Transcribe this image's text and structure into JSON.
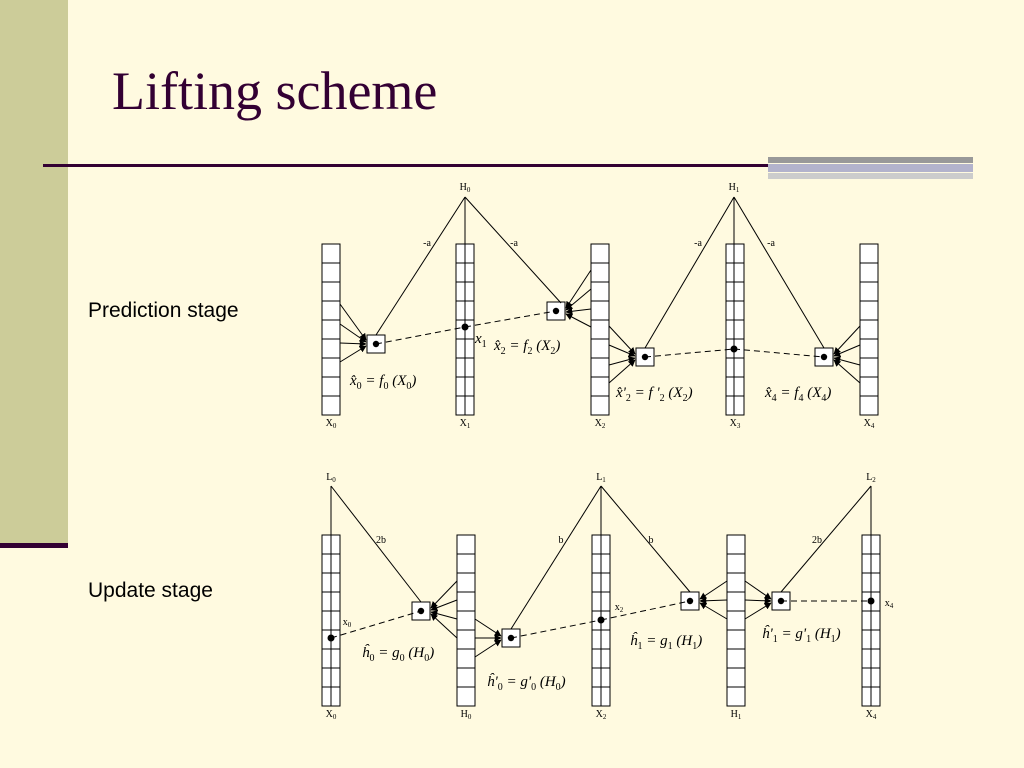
{
  "slide": {
    "title": "Lifting scheme",
    "prediction_label": "Prediction stage",
    "update_label": "Update stage"
  },
  "colors": {
    "background": "#fffae0",
    "title": "#330033",
    "side_bar": "#cccc99",
    "rule": "#330033"
  },
  "prediction": {
    "columns": [
      {
        "base": "X",
        "sub": "0"
      },
      {
        "base": "X",
        "sub": "1"
      },
      {
        "base": "X",
        "sub": "2"
      },
      {
        "base": "X",
        "sub": "3"
      },
      {
        "base": "X",
        "sub": "4"
      }
    ],
    "nodes": [
      {
        "base": "H",
        "sub": "0"
      },
      {
        "base": "H",
        "sub": "1"
      }
    ],
    "weights": [
      "-a",
      "-a",
      "-a",
      "-a"
    ],
    "sample_label": {
      "base": "x",
      "sub": "1"
    },
    "formulas": [
      {
        "lhs": "x̂",
        "lhs_sub": "0",
        "fn": "f",
        "fn_sub": "0",
        "arg": "X",
        "arg_sub": "0"
      },
      {
        "lhs": "x̂",
        "lhs_sub": "2",
        "fn": "f",
        "fn_sub": "2",
        "arg": "X",
        "arg_sub": "2"
      },
      {
        "lhs": "x̂'",
        "lhs_sub": "2",
        "fn": "f '",
        "fn_sub": "2",
        "arg": "X",
        "arg_sub": "2"
      },
      {
        "lhs": "x̂",
        "lhs_sub": "4",
        "fn": "f",
        "fn_sub": "4",
        "arg": "X",
        "arg_sub": "4"
      }
    ]
  },
  "update": {
    "columns": [
      {
        "base": "X",
        "sub": "0"
      },
      {
        "base": "H",
        "sub": "0"
      },
      {
        "base": "X",
        "sub": "2"
      },
      {
        "base": "H",
        "sub": "1"
      },
      {
        "base": "X",
        "sub": "4"
      }
    ],
    "nodes": [
      {
        "base": "L",
        "sub": "0"
      },
      {
        "base": "L",
        "sub": "1"
      },
      {
        "base": "L",
        "sub": "2"
      }
    ],
    "weights": [
      "2b",
      "b",
      "b",
      "2b"
    ],
    "sample_labels": [
      {
        "base": "x",
        "sub": "0"
      },
      {
        "base": "x",
        "sub": "2"
      },
      {
        "base": "x",
        "sub": "4"
      }
    ],
    "formulas": [
      {
        "lhs": "ĥ",
        "lhs_sub": "0",
        "fn": "g",
        "fn_sub": "0",
        "arg": "H",
        "arg_sub": "0"
      },
      {
        "lhs": "ĥ'",
        "lhs_sub": "0",
        "fn": "g'",
        "fn_sub": "0",
        "arg": "H",
        "arg_sub": "0"
      },
      {
        "lhs": "ĥ",
        "lhs_sub": "1",
        "fn": "g",
        "fn_sub": "1",
        "arg": "H",
        "arg_sub": "1"
      },
      {
        "lhs": "ĥ'",
        "lhs_sub": "1",
        "fn": "g'",
        "fn_sub": "1",
        "arg": "H",
        "arg_sub": "1"
      }
    ]
  }
}
